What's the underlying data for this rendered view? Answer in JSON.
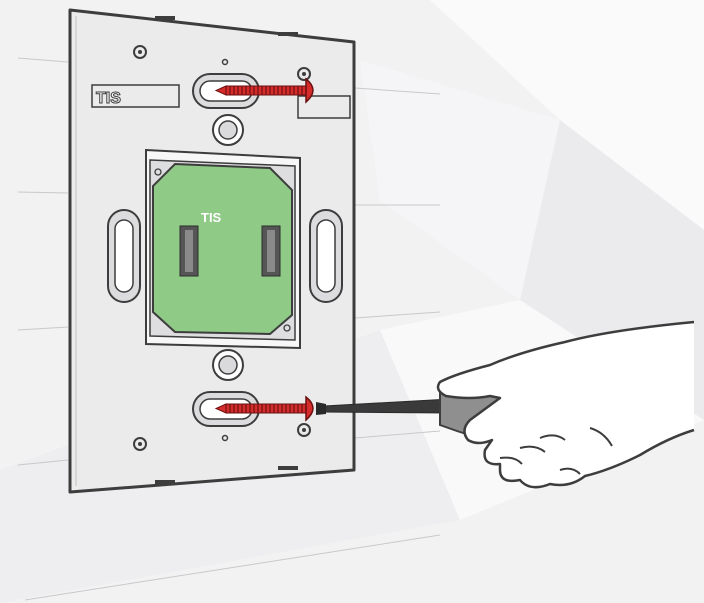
{
  "illustration": {
    "plate_brand_text": "TIS",
    "module_brand_text": "TIS"
  },
  "colors": {
    "background": "#f2f2f3",
    "plate": "#ebebec",
    "outline": "#3d3d3d",
    "module_pcb": "#8fca86",
    "screw": "#d62b2b",
    "screwdriver_handle": "#8f8f90"
  },
  "icons": [
    "wall-plate",
    "screw",
    "screwdriver",
    "hand"
  ]
}
